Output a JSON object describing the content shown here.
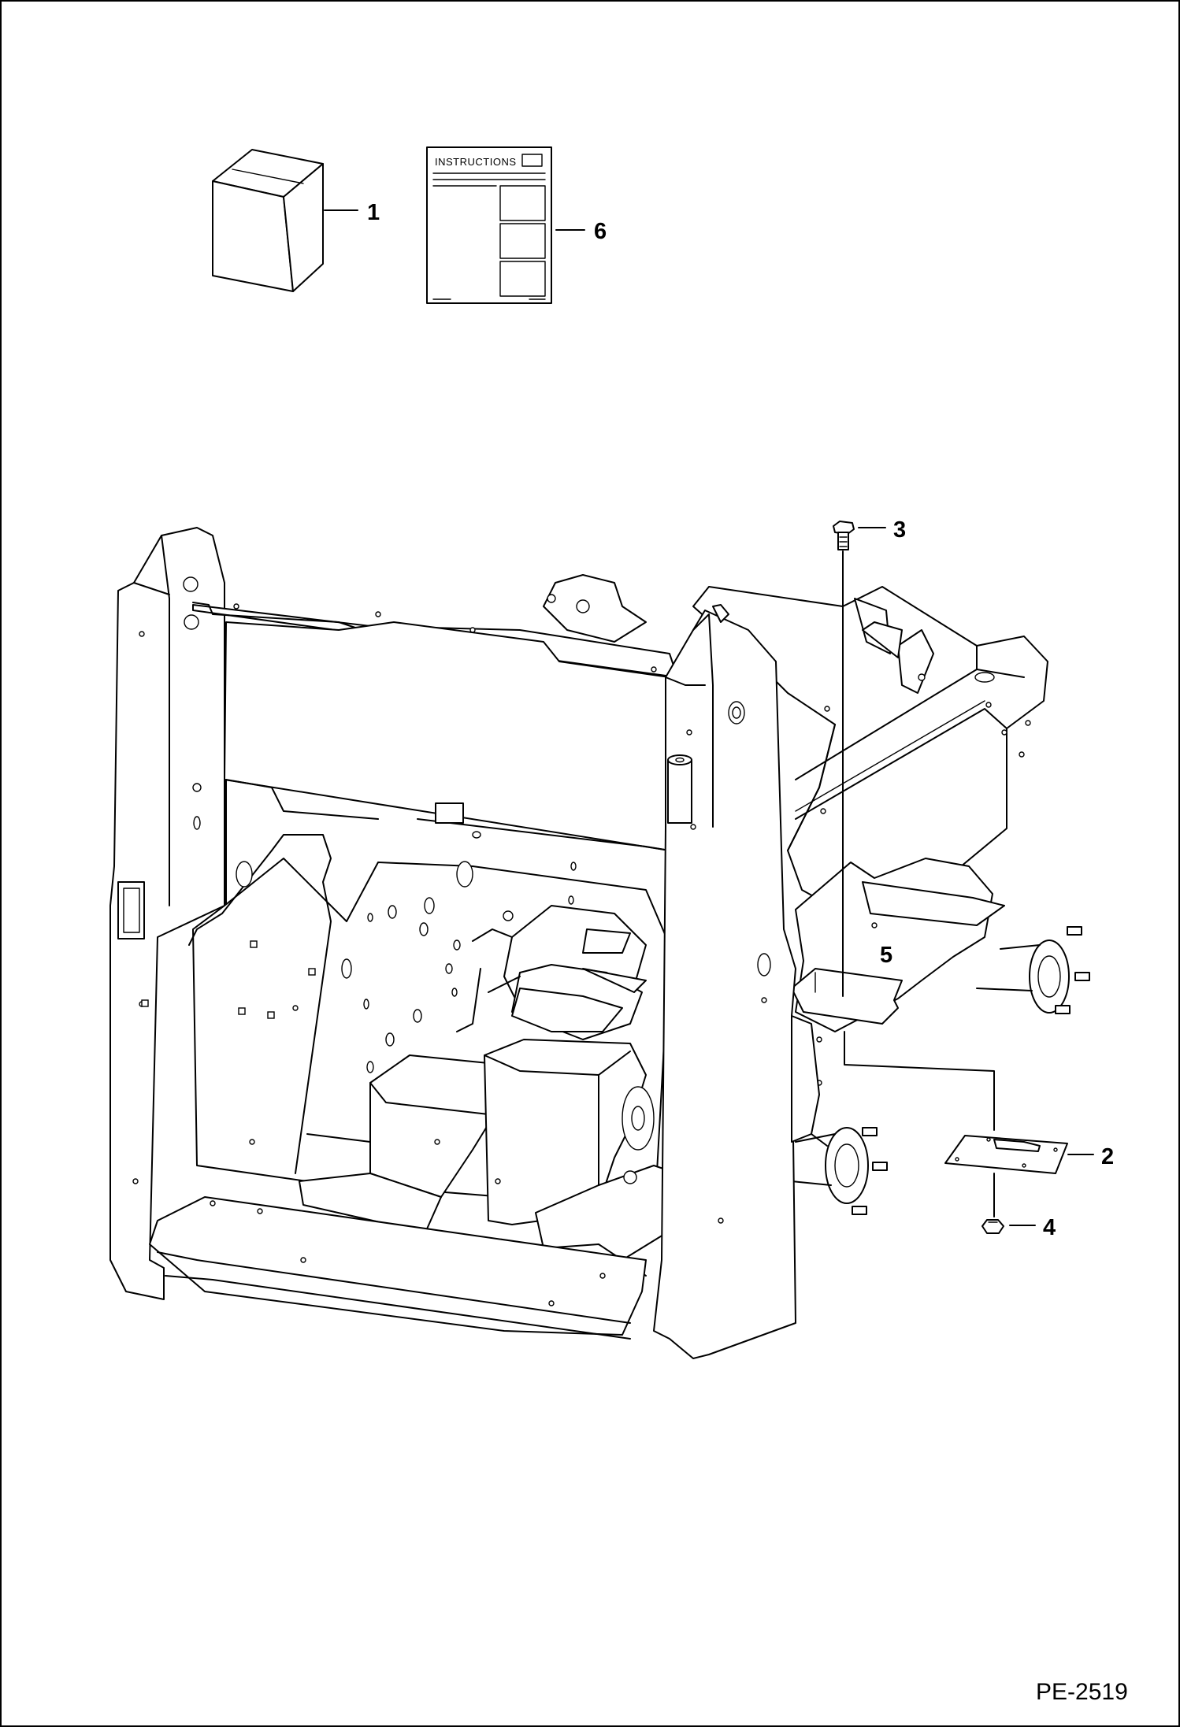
{
  "diagram": {
    "doc_reference": "PE-2519",
    "instructions_label": "INSTRUCTIONS",
    "callouts": [
      {
        "id": "1"
      },
      {
        "id": "2"
      },
      {
        "id": "3"
      },
      {
        "id": "4"
      },
      {
        "id": "5"
      },
      {
        "id": "6"
      }
    ]
  }
}
